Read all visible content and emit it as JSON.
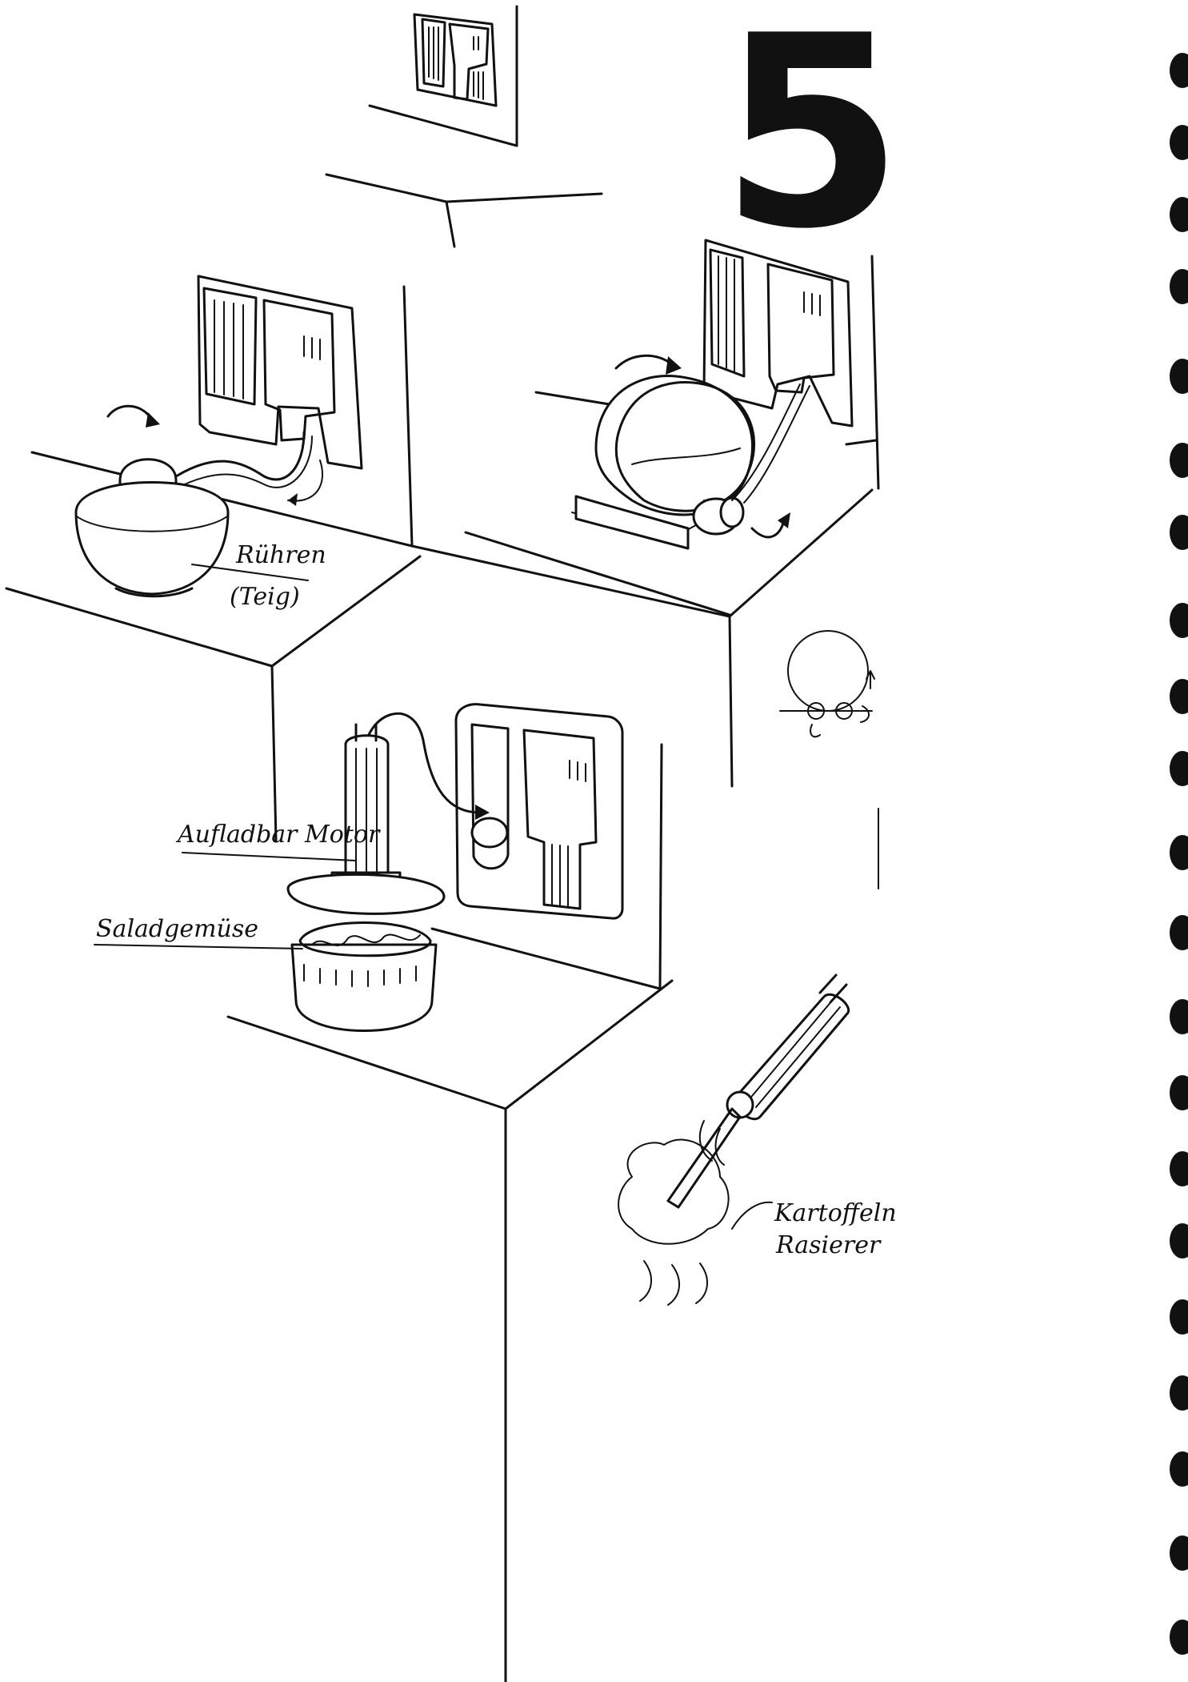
{
  "page": {
    "number": "5"
  },
  "labels": {
    "stir": "Rühren",
    "dough": "(Teig)",
    "motor": "Aufladbar Motor",
    "salad": "Saladgemüse",
    "potato_1": "Kartoffeln",
    "potato_2": "Rasierer"
  },
  "colors": {
    "ink": "#111111",
    "paper": "#ffffff"
  },
  "icons": {
    "binding": "spiral-binding-hole-icon",
    "rotation": "rotation-arrow-icon"
  }
}
